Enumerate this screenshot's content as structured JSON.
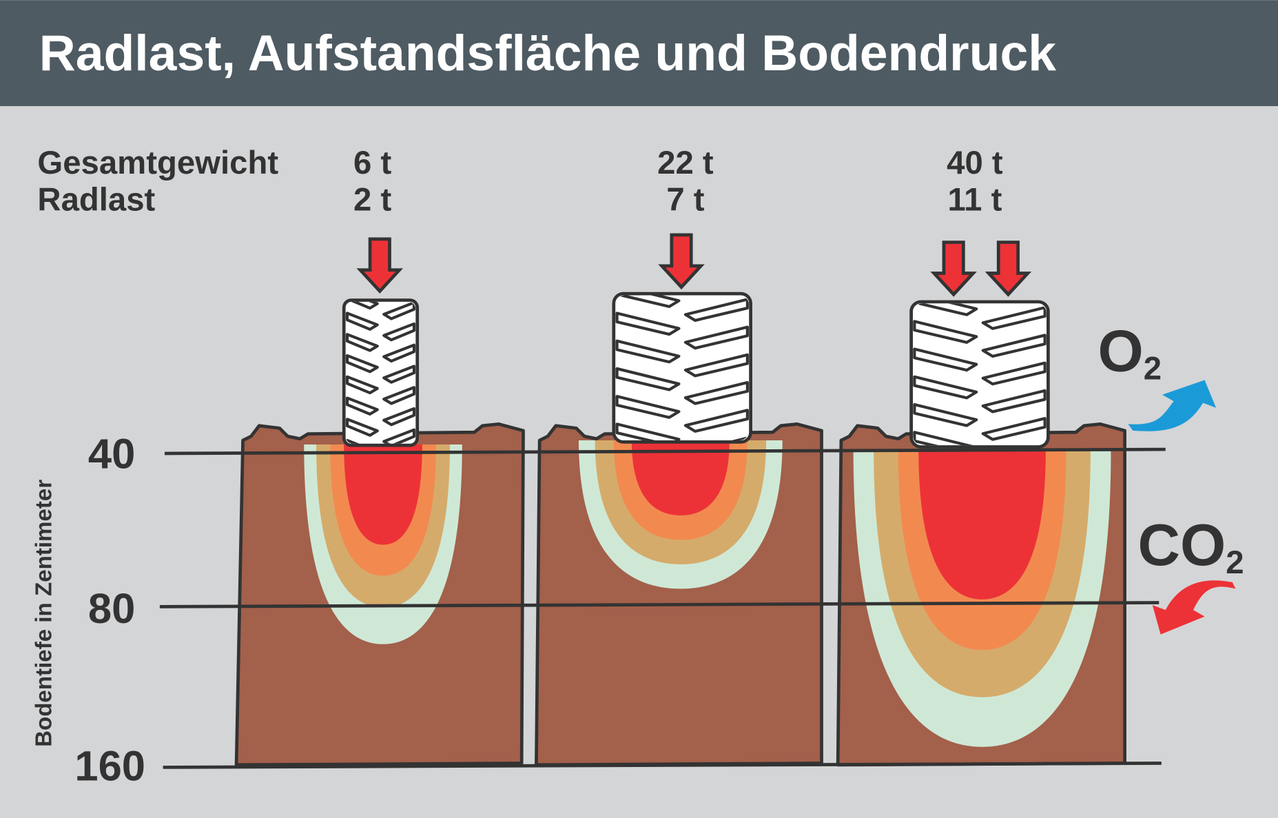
{
  "title": "Radlast, Aufstandsfläche und Bodendruck",
  "row_labels": {
    "total_weight": "Gesamtgewicht",
    "wheel_load": "Radlast"
  },
  "vehicles": [
    {
      "total_weight": "6 t",
      "wheel_load": "2 t"
    },
    {
      "total_weight": "22 t",
      "wheel_load": "7 t"
    },
    {
      "total_weight": "40 t",
      "wheel_load": "11 t"
    }
  ],
  "depth_axis": {
    "label": "Bodentiefe in Zentimeter",
    "ticks": [
      "40",
      "80",
      "160"
    ]
  },
  "gases": {
    "o2": {
      "main": "O",
      "sub": "2"
    },
    "co2": {
      "main": "CO",
      "sub": "2"
    }
  },
  "colors": {
    "header": "#4f5b63",
    "background": "#d4d5d7",
    "soil": "#a3604b",
    "zone_low": "#cfe8d6",
    "zone_mid": "#d5ab6b",
    "zone_high": "#f28a50",
    "zone_max": "#ec3237",
    "o2_arrow": "#1b9ad8",
    "co2_arrow": "#ec3237"
  }
}
